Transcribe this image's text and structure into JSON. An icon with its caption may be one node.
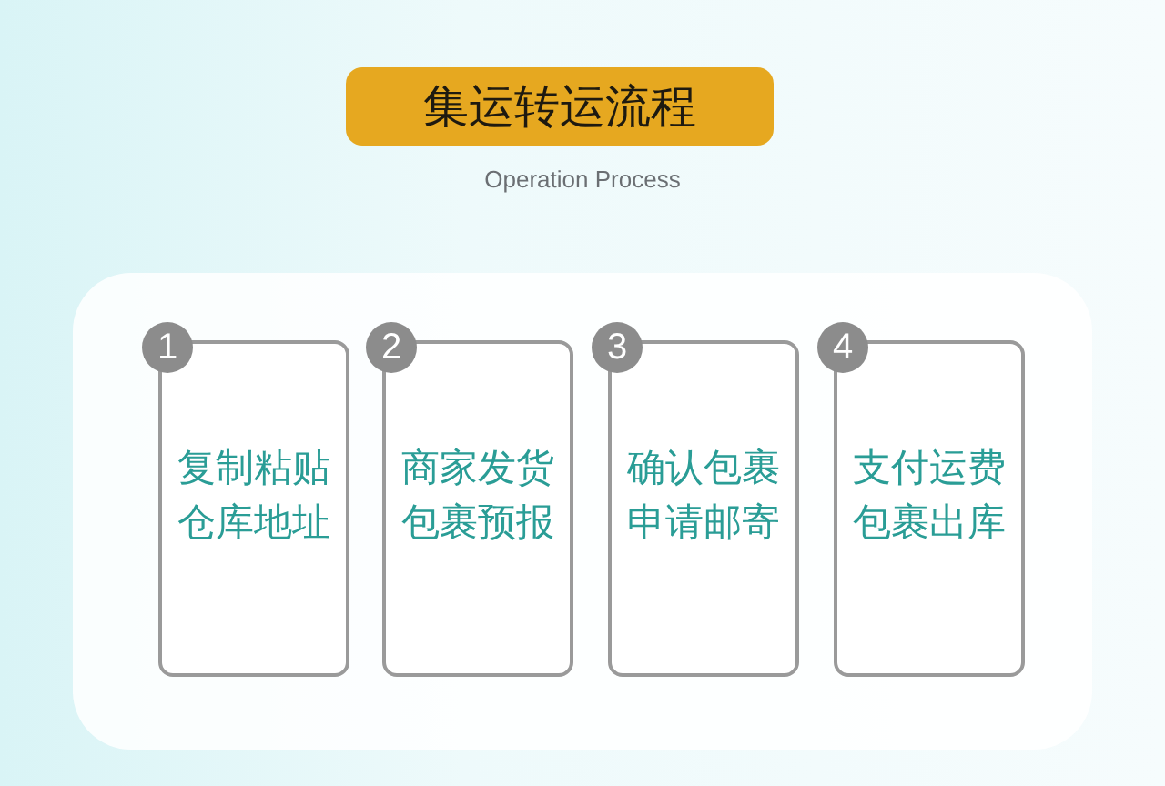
{
  "diagram": {
    "title": "集运转运流程",
    "nodes": [
      {
        "text": [
          "1"
        ]
      },
      {
        "text": [
          "复制粘贴仓库地址"
        ]
      },
      {
        "text": [
          "2"
        ]
      },
      {
        "text": [
          "商家发货包裹预报"
        ]
      },
      {
        "text": [
          "3"
        ]
      },
      {
        "text": [
          "确认包裹申请邮寄"
        ]
      },
      {
        "text": [
          "4"
        ]
      },
      {
        "text": [
          "支付运费包裹出库"
        ]
      }
    ],
    "labels": [
      "Operation Process"
    ]
  }
}
